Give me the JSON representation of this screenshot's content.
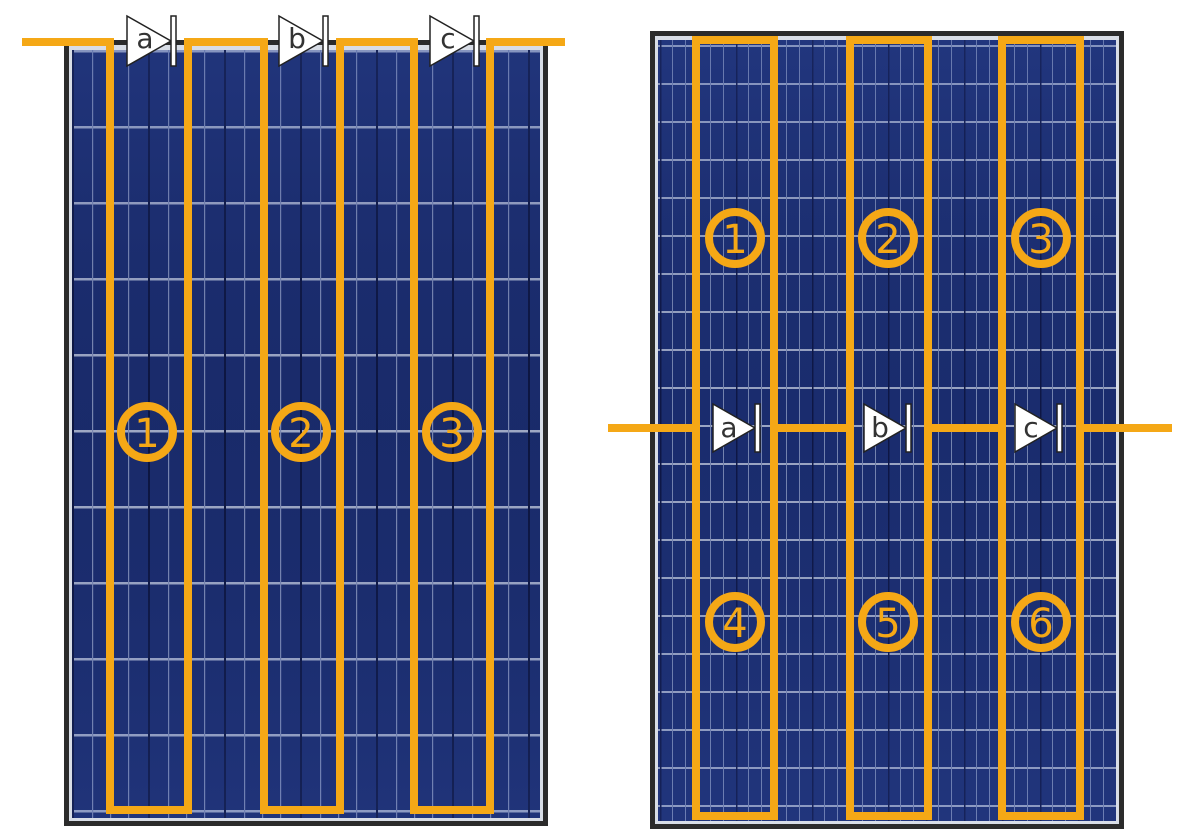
{
  "colors": {
    "accent": "#f5a816",
    "cell_blue": "#1c2f72",
    "cell_dark": "#14205a",
    "frame": "#2b2b2b",
    "frame_inner": "#d8dde6"
  },
  "left_panel": {
    "diodes": [
      "a",
      "b",
      "c"
    ],
    "substrings": [
      "1",
      "2",
      "3"
    ]
  },
  "right_panel": {
    "diodes": [
      "a",
      "b",
      "c"
    ],
    "substrings": [
      "1",
      "2",
      "3",
      "4",
      "5",
      "6"
    ]
  }
}
